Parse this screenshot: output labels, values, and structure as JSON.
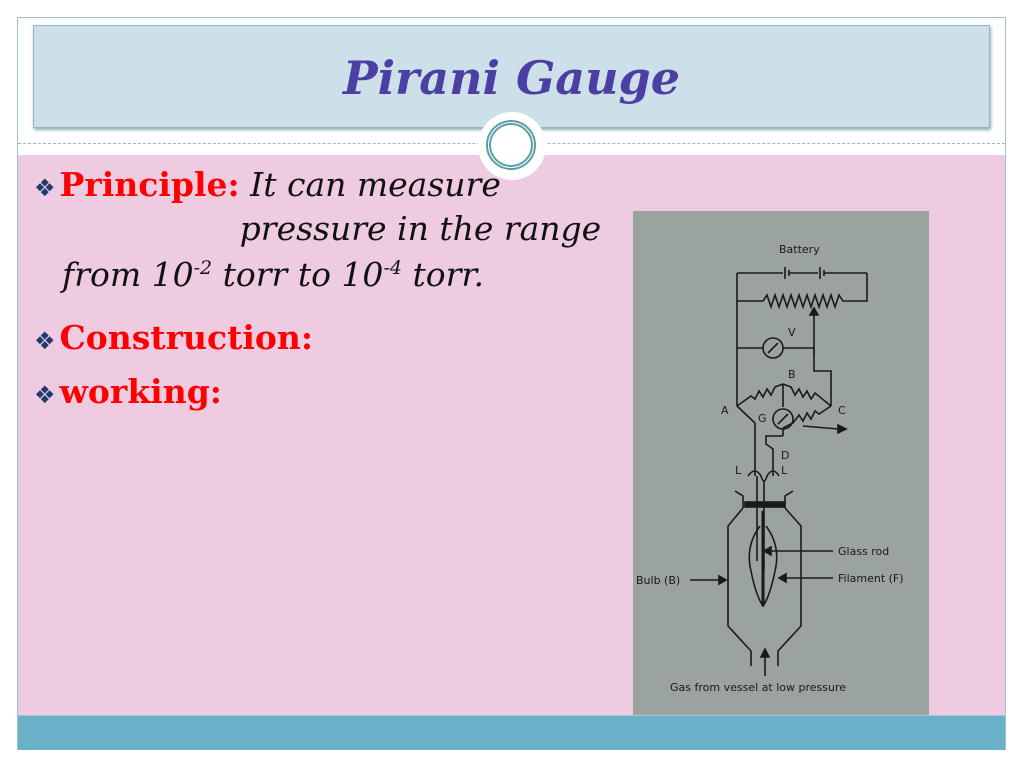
{
  "slide": {
    "title": "Pirani Gauge",
    "bullets": [
      {
        "icon": "diamond-bullet-icon",
        "label": "Principle:",
        "text_part1": "It can measure pressure in the range",
        "text_line2_prefix": "from 10",
        "exp1": "-2",
        "text_line2_mid": " torr to 10",
        "exp2": "-4",
        "text_line2_suffix": " torr."
      },
      {
        "icon": "diamond-bullet-icon",
        "label": "Construction:"
      },
      {
        "icon": "diamond-bullet-icon",
        "label": "working:"
      }
    ],
    "diagram": {
      "labels": {
        "battery": "Battery",
        "voltmeter": "V",
        "node_b": "B",
        "node_a": "A",
        "node_c": "C",
        "galvanometer": "G",
        "node_d": "D",
        "lead_left": "L",
        "lead_right": "L",
        "glass_rod": "Glass rod",
        "filament": "Filament (F)",
        "bulb": "Bulb (B)",
        "gas_inlet": "Gas from vessel at low pressure"
      }
    }
  },
  "colors": {
    "title": "#4b3fa3",
    "label": "#ff0000",
    "bullet_icon": "#1f3a6e",
    "content_bg": "#efcbe2",
    "title_bg": "#cddfe8",
    "footer_bg": "#6bb0c9"
  }
}
